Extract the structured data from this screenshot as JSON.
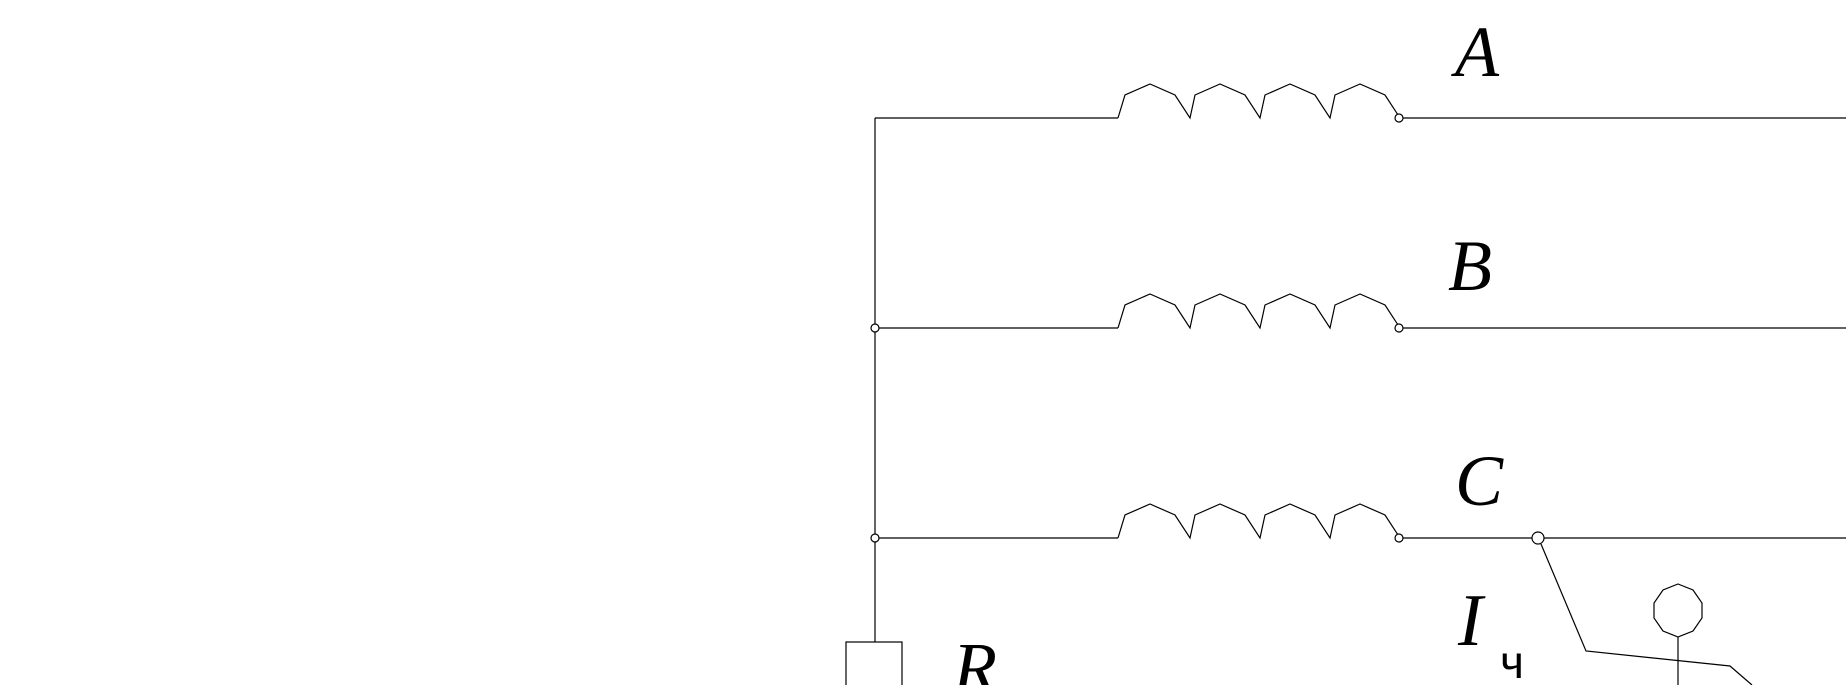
{
  "labels": {
    "phase_a": "A",
    "phase_b": "B",
    "phase_c": "C",
    "current": "I",
    "current_sub": "ч",
    "resistor": "R"
  }
}
